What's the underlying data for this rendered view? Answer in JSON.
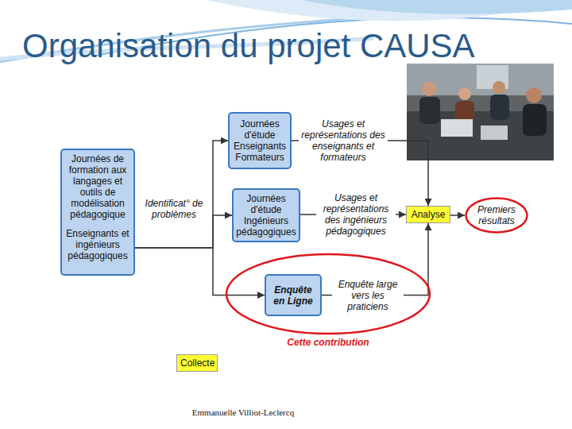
{
  "diagram": {
    "title": "Organisation du projet CAUSA",
    "nodes": [
      {
        "text": [
          "Journées de formation aux langages et outils de modélisation pédagogique",
          "Enseignants et ingénieurs pédagogiques"
        ]
      },
      {
        "text": [
          "Journées d'étude Enseignants Formateurs"
        ]
      },
      {
        "text": [
          "Journées d'étude Ingénieurs pédagogiques"
        ]
      },
      {
        "text": [
          "Cette contribution"
        ]
      },
      {
        "text": [
          "Enquête en Ligne"
        ],
        "in": 3
      },
      {
        "text": [
          "Analyse"
        ]
      },
      {
        "text": [
          "Premiers résultats"
        ]
      },
      {
        "text": [
          "Collecte"
        ]
      }
    ],
    "edges": [
      {
        "from": 0,
        "to": 1,
        "arrow": "to"
      },
      {
        "from": 0,
        "to": 2,
        "arrow": "to"
      },
      {
        "from": 0,
        "to": 4,
        "arrow": "to"
      },
      {
        "from": 1,
        "to": 5,
        "label": "Usages et représentations des enseignants et formateurs",
        "arrow": "to"
      },
      {
        "from": 2,
        "to": 5,
        "label": "Usages et représentations des ingénieurs pédagogiques",
        "arrow": "to"
      },
      {
        "from": 4,
        "to": 5,
        "label": "Enquête large vers les praticiens",
        "arrow": "to"
      },
      {
        "from": 5,
        "to": 6,
        "arrow": "to"
      }
    ],
    "labels": [
      "Identificat° de problèmes",
      "Emmanuelle Villiot-Leclercq"
    ]
  }
}
